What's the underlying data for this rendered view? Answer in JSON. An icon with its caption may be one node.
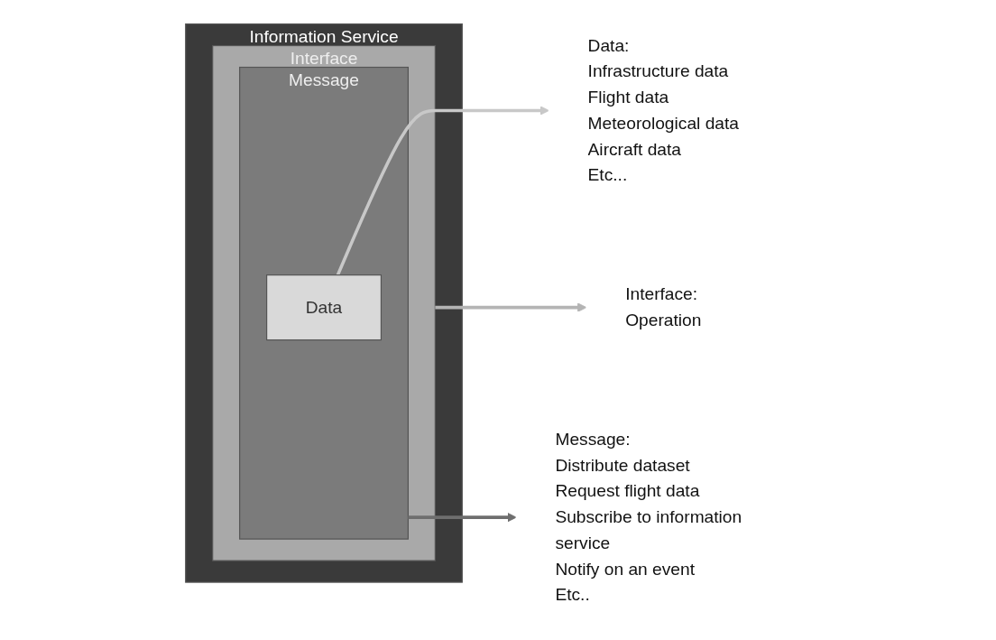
{
  "diagram": {
    "nodes": [
      {
        "text": [
          "Information Service"
        ]
      },
      {
        "text": [
          "Interface"
        ],
        "in": 0
      },
      {
        "text": [
          "Message"
        ],
        "in": 1
      },
      {
        "text": [
          "Data"
        ],
        "in": 2
      },
      {
        "text": [
          "Interface:",
          "Operation"
        ]
      },
      {
        "text": [
          "Message:",
          "Distribute dataset",
          "Request flight data",
          "Subscribe to information service",
          "Notify on an event",
          "Etc.."
        ]
      },
      {
        "text": [
          "Data:",
          "Infrastructure data",
          "Flight data",
          "Meteorological data",
          "Aircraft data",
          "Etc..."
        ]
      }
    ],
    "edges": [
      {
        "from": 1,
        "to": 4,
        "arrow": "to",
        "color": "#b4b4b4"
      },
      {
        "from": 2,
        "to": 5,
        "arrow": "to",
        "color": "#6e6e6e"
      },
      {
        "from": 3,
        "to": 6,
        "arrow": "to",
        "color": "#c8c8c8"
      }
    ]
  }
}
